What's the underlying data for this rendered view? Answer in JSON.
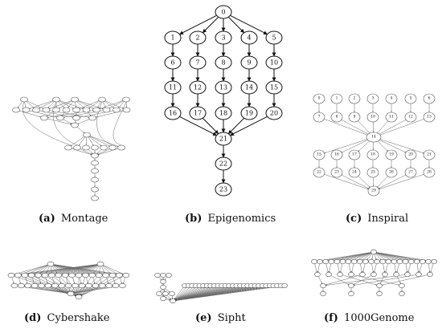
{
  "captions": {
    "a": {
      "letter": "(a)",
      "name": "Montage"
    },
    "b": {
      "letter": "(b)",
      "name": "Epigenomics"
    },
    "c": {
      "letter": "(c)",
      "name": "Inspiral"
    },
    "d": {
      "letter": "(d)",
      "name": "Cybershake"
    },
    "e": {
      "letter": "(e)",
      "name": "Sipht"
    },
    "f": {
      "letter": "(f)",
      "name": "1000Genome"
    }
  },
  "epigenomics": {
    "root": "0",
    "lanes": [
      [
        "1",
        "6",
        "11",
        "16"
      ],
      [
        "2",
        "7",
        "12",
        "17"
      ],
      [
        "3",
        "8",
        "13",
        "18"
      ],
      [
        "4",
        "9",
        "14",
        "19"
      ],
      [
        "5",
        "10",
        "15",
        "20"
      ]
    ],
    "merge": "21",
    "tail": [
      "22",
      "23"
    ]
  },
  "inspiral": {
    "top_row": [
      "0",
      "1",
      "2",
      "3",
      "4",
      "5",
      "6"
    ],
    "second_row": [
      "7",
      "8",
      "9",
      "10",
      "11",
      "12",
      "13"
    ],
    "hub": "14",
    "third_row": [
      "15",
      "16",
      "17",
      "18",
      "19",
      "20",
      "21"
    ],
    "fourth_row": [
      "22",
      "23",
      "24",
      "25",
      "26",
      "27",
      "28"
    ],
    "sink": "29"
  }
}
